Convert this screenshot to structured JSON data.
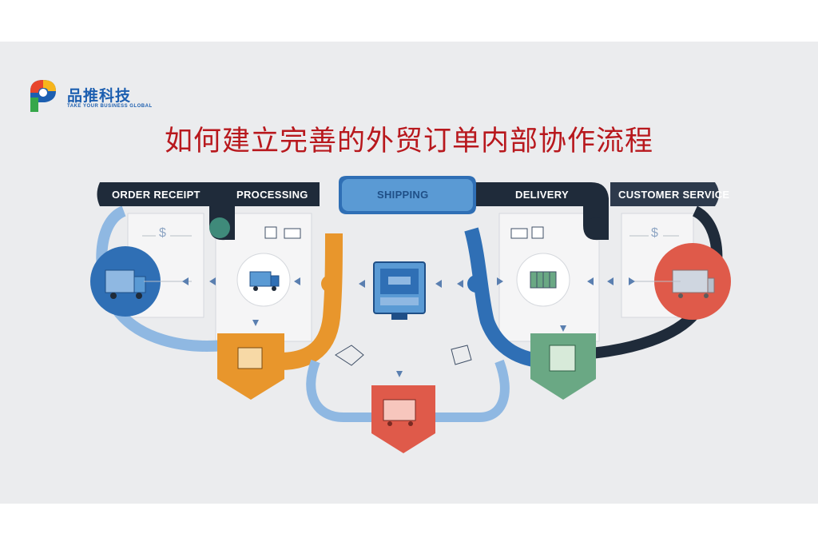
{
  "brand": {
    "name": "品推科技",
    "tagline": "TAKE YOUR BUSINESS GLOBAL"
  },
  "title": "如何建立完善的外贸订单内部协作流程",
  "stages": [
    {
      "label": "ORDER RECEIPT"
    },
    {
      "label": "PROCESSING"
    },
    {
      "label": "SHIPPING"
    },
    {
      "label": "DELIVERY"
    },
    {
      "label": "CUSTOMER SERVICE"
    }
  ],
  "symbols": {
    "currency": "$"
  },
  "colors": {
    "background": "#ebecee",
    "title": "#b8181d",
    "dark_band": "#1f2b3a",
    "blue": "#2f6fb5",
    "light_blue": "#8fb8e2",
    "orange": "#e8962c",
    "red": "#df5a4a",
    "green": "#6aa884",
    "slate": "#3f4f66"
  },
  "icons": [
    "truck-icon",
    "box-icon",
    "document-icon",
    "monitor-icon",
    "person-icon",
    "container-icon",
    "checklist-icon",
    "dollar-icon",
    "cart-icon"
  ]
}
